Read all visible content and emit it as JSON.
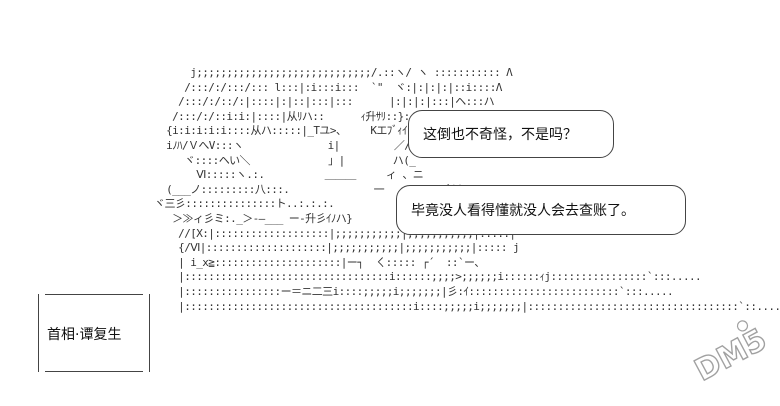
{
  "art": {
    "lines": [
      "          j;;;;;;;;;;;;;;;;;;;;;;;;;;;;;/.::ヽ/ ヽ ::::::::::: Λ",
      "         /:::/:/:::/::: l:::|:i:::i:::  `\"  ヾ:|:|:|:|::i::::Λ",
      "        /:::/:/::/:|::::|:|::|:::|:::      |:|:|:|:::|ヘ:::ハ",
      "       /:::/:/::i:i:|::::|从ﾘハ::      ｨ升ｻﾘ::}::::ハ|",
      "      {i:i:i:i:i::::从ハ:::::|_Tユ>、    Kエﾌﾞｨｲ::ﾉ  i乂",
      "      iﾉﾊ/ＶへV:::ヽ              i|         ／/",
      "         ヾ::::ヘい＼             」|        ハ(_",
      "           Ⅵ:::::ヽ.:.          ＿＿＿     ィ 、ニ",
      "      (___ノ:::::::::八:::.              一    ハ ヽ 彡乂",
      "    ヾ三彡:::::::::::::::ト..:.:.:.                /:::j:ハ! ヽ",
      "       ＞≫ィ彡ミ:._＞-―___ ー-升彡ｲﾉハ}",
      "        //[X:|:::::::::::::::::::|;;;;;;;;;;;|;;;;;;;;;;;|:::::|",
      "        {/Ⅵ|::::::::::::::::::::|;;;;;;;;;;;|;;;;;;;;;;;|::::: j",
      "        | i_x≧:::::::::::::::::::::|ー┐  ㄑ::::: ┌´  ::`ー、",
      "        |::::::::::::::::::::::::::::::::::i::::::;;;;>;;;;;;i::::::ｨj::::::::::::::::`:::.....",
      "        |::::::::::::::::ー＝ニ二三i::::;;;;;i;;;;;;;|彡:ｲ:::::::::::::::::::::::::`:::.....",
      "        |::::::::::::::::::::::::::::::::::::::i::::;;;;;i;;;;;;;|:::::::::::::::::::::::::::::::::::`::......"
    ]
  },
  "bubbles": [
    {
      "text": "这倒也不奇怪，不是吗？"
    },
    {
      "text": "毕竟没人看得懂就没人会去查账了。"
    }
  ],
  "caption": {
    "text": "首相·谭复生"
  },
  "watermark": {
    "text": "DM5"
  }
}
